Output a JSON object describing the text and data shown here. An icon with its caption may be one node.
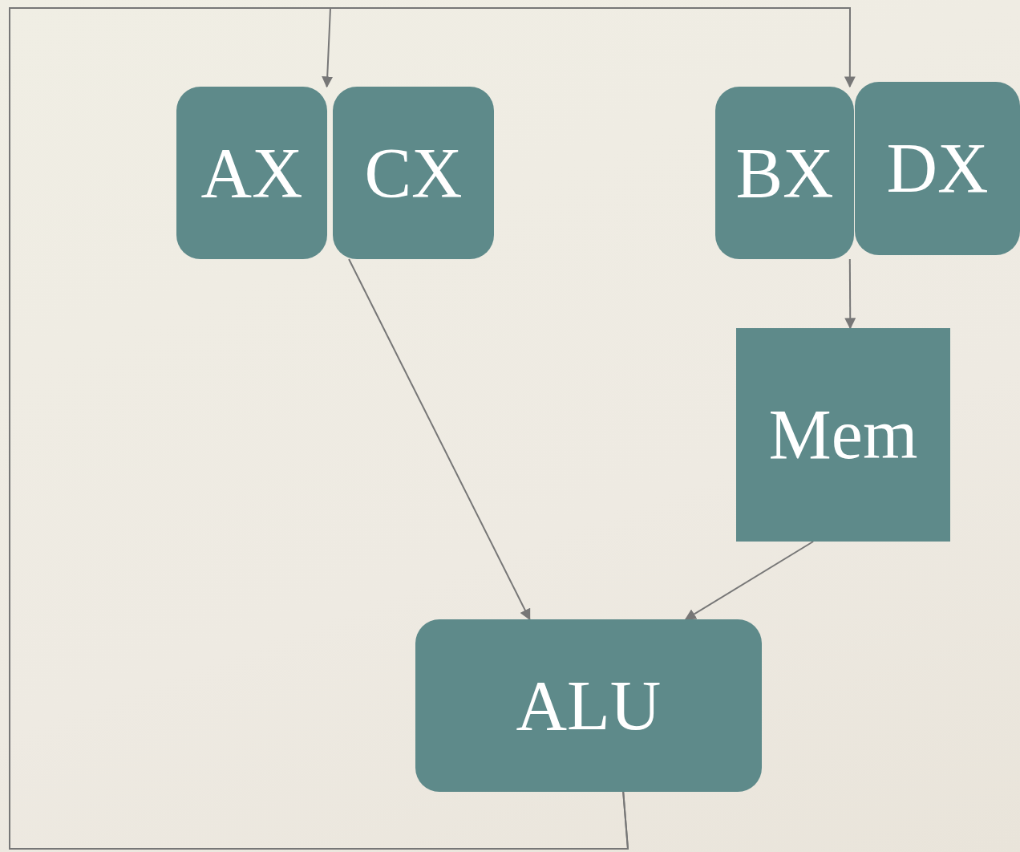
{
  "diagram": {
    "nodes": [
      {
        "text": [
          "AX"
        ]
      },
      {
        "text": [
          "CX"
        ]
      },
      {
        "text": [
          "BX"
        ]
      },
      {
        "text": [
          "DX"
        ]
      },
      {
        "text": [
          "Mem"
        ]
      },
      {
        "text": [
          "ALU"
        ]
      }
    ],
    "edges": [
      {
        "from": 5,
        "to": 0,
        "arrow": "to"
      },
      {
        "from": 5,
        "to": 2,
        "arrow": "to"
      },
      {
        "from": 1,
        "to": 5,
        "arrow": "to"
      },
      {
        "from": 2,
        "to": 4,
        "arrow": "to"
      },
      {
        "from": 4,
        "to": 5,
        "arrow": "to"
      }
    ]
  }
}
